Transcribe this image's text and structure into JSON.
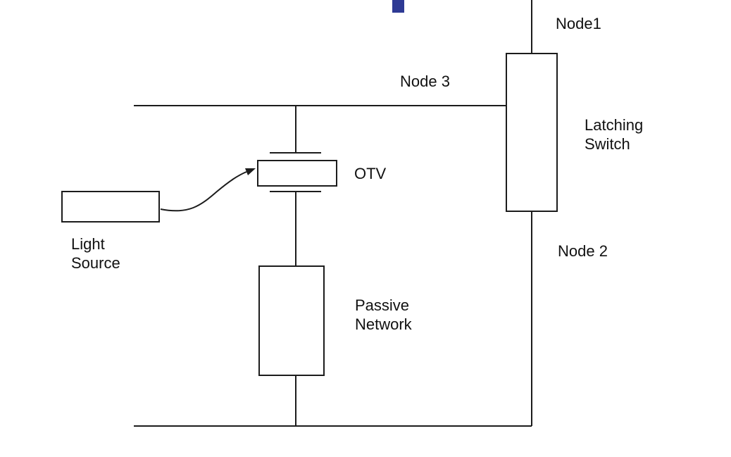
{
  "diagram": {
    "node1_label": "Node1",
    "node3_label": "Node 3",
    "node2_label": "Node 2",
    "latching_switch_line1": "Latching",
    "latching_switch_line2": "Switch",
    "otv_label": "OTV",
    "light_source_line1": "Light",
    "light_source_line2": "Source",
    "passive_network_line1": "Passive",
    "passive_network_line2": "Network",
    "colors": {
      "line": "#1c1c1c",
      "accent": "#2e3a94"
    }
  }
}
